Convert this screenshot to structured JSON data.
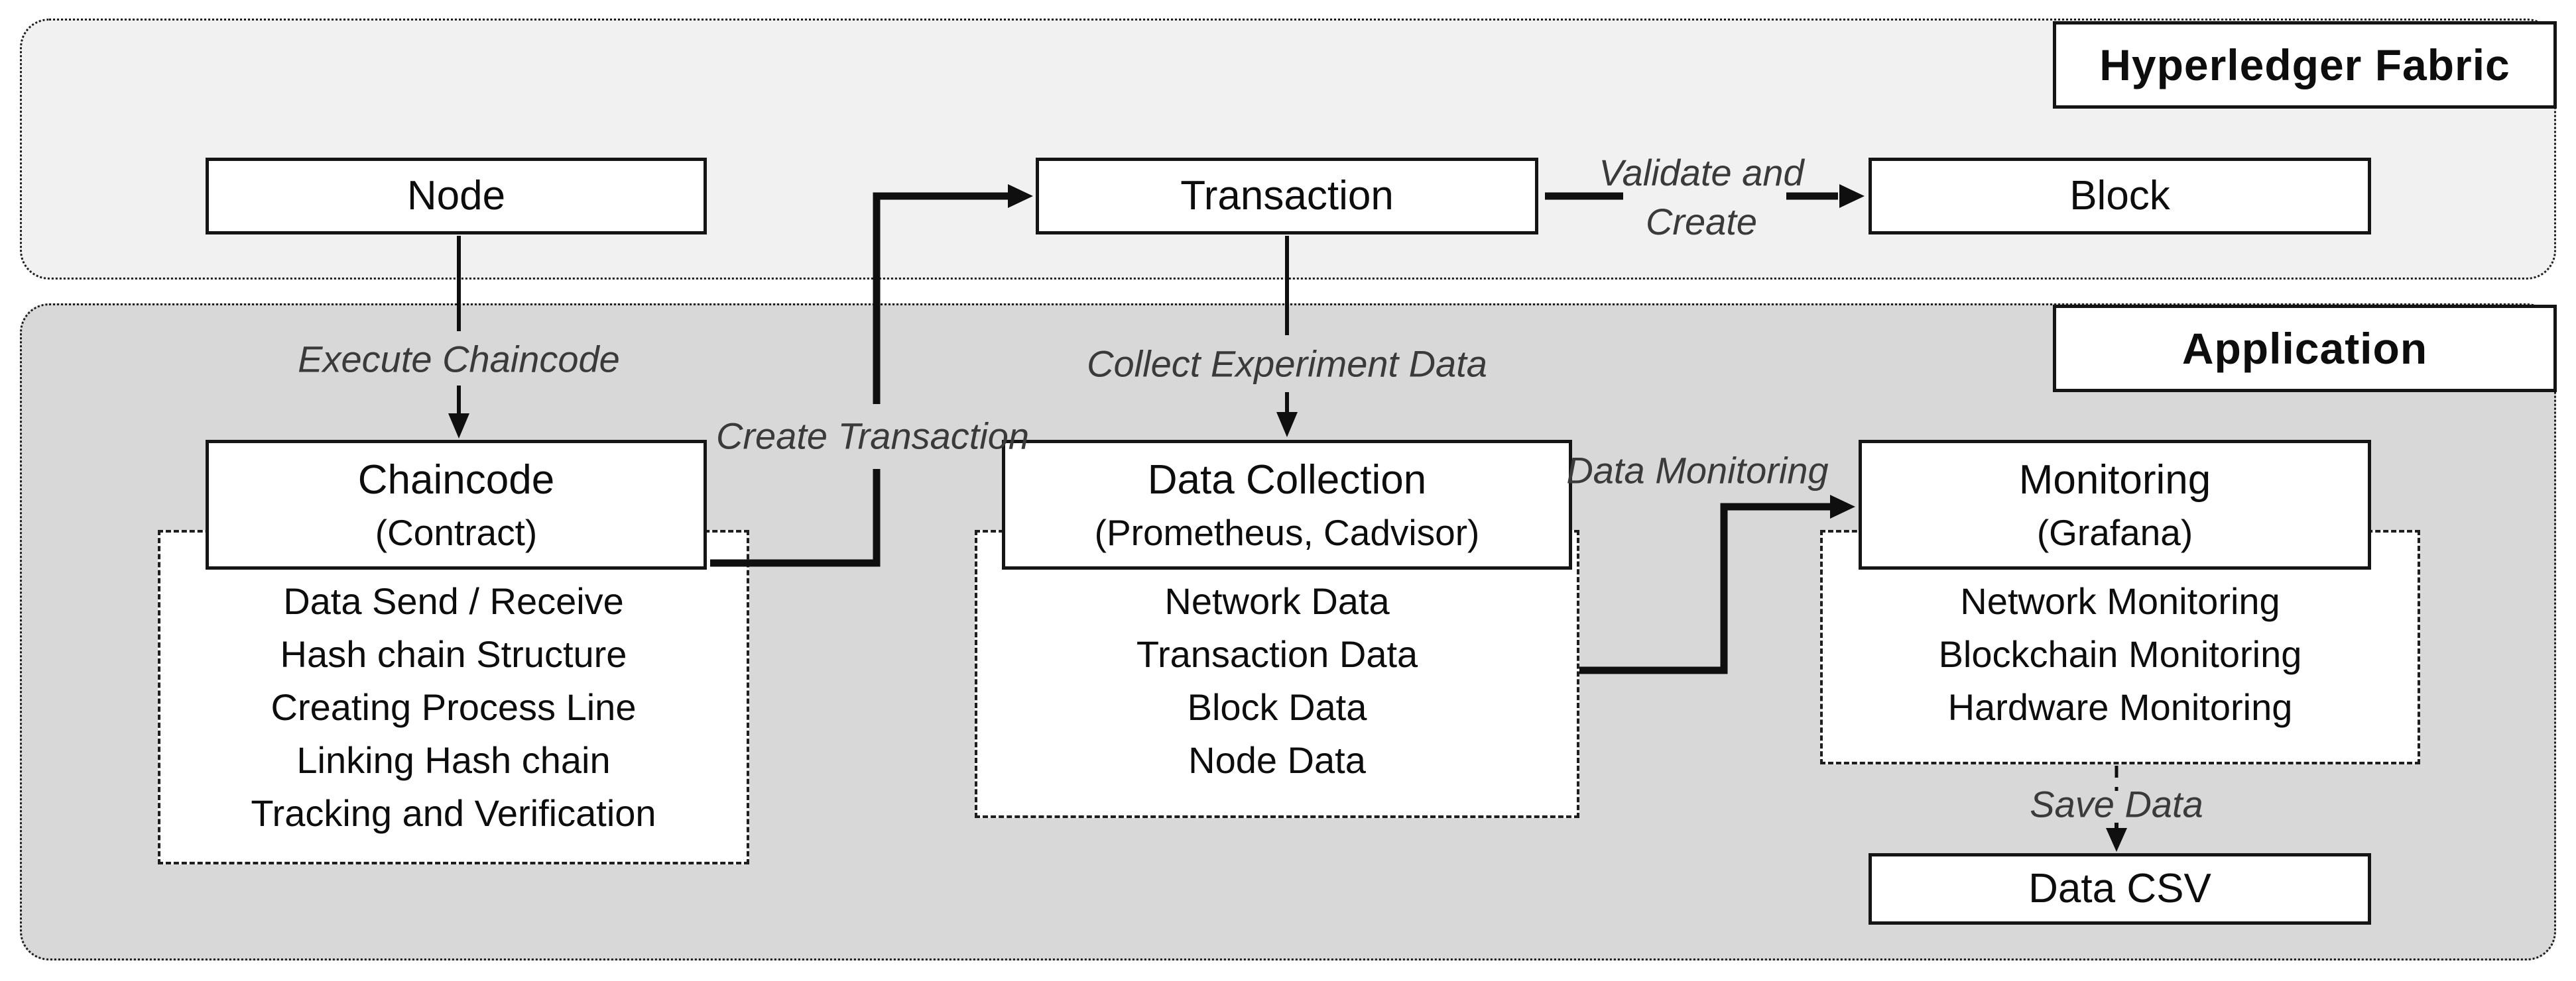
{
  "regions": {
    "fabric": {
      "label": "Hyperledger Fabric"
    },
    "application": {
      "label": "Application"
    }
  },
  "nodes": {
    "node": {
      "title": "Node"
    },
    "transaction": {
      "title": "Transaction"
    },
    "block": {
      "title": "Block"
    },
    "chaincode": {
      "title": "Chaincode",
      "subtitle": "(Contract)"
    },
    "data_collection": {
      "title": "Data Collection",
      "subtitle": "(Prometheus, Cadvisor)"
    },
    "monitoring": {
      "title": "Monitoring",
      "subtitle": "(Grafana)"
    },
    "data_csv": {
      "title": "Data CSV"
    }
  },
  "details": {
    "chaincode": [
      "Data Send / Receive",
      "Hash chain Structure",
      "Creating Process Line",
      "Linking Hash chain",
      "Tracking and Verification"
    ],
    "data_collection": [
      "Network Data",
      "Transaction Data",
      "Block Data",
      "Node Data"
    ],
    "monitoring": [
      "Network Monitoring",
      "Blockchain Monitoring",
      "Hardware Monitoring"
    ]
  },
  "edges": {
    "execute_chaincode": {
      "label": "Execute Chaincode"
    },
    "create_transaction": {
      "label": "Create Transaction"
    },
    "collect_experiment_data": {
      "label": "Collect Experiment Data"
    },
    "validate_and_create": {
      "line1": "Validate and",
      "line2": "Create"
    },
    "data_monitoring": {
      "label": "Data Monitoring"
    },
    "save_data": {
      "label": "Save Data"
    }
  },
  "colors": {
    "fabric_region_bg": "#f1f1f1",
    "application_region_bg": "#d8d8d8",
    "box_bg": "#ffffff",
    "box_border": "#151515",
    "edge_line": "#0f0f0f",
    "edge_label_text": "#3a3a3a"
  }
}
